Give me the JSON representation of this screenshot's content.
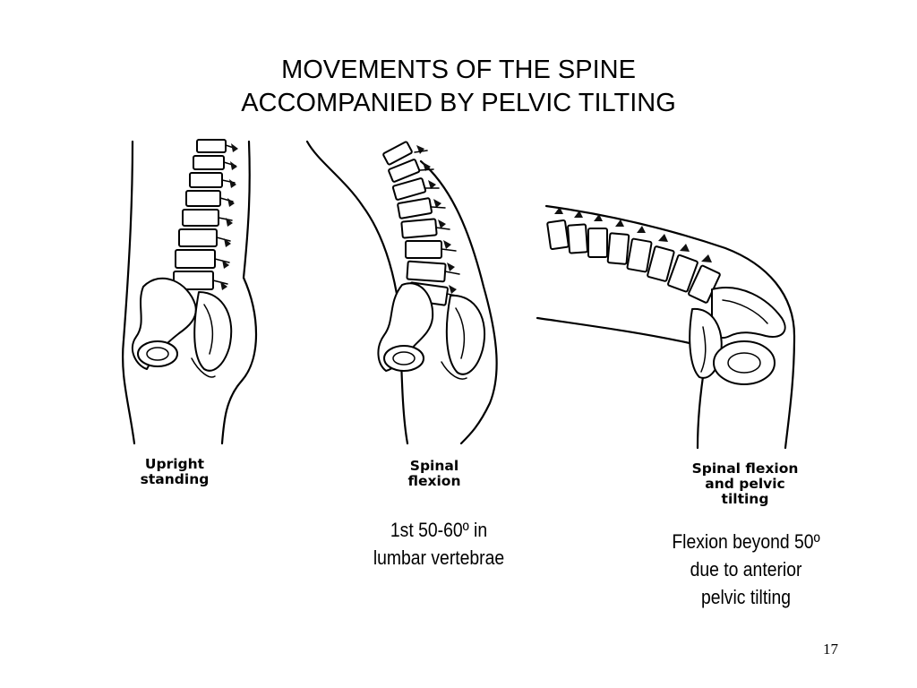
{
  "slide": {
    "title_line1": "MOVEMENTS OF THE SPINE",
    "title_line2": "ACCOMPANIED BY PELVIC TILTING",
    "page_number": "17"
  },
  "figures": [
    {
      "label_line1": "Upright",
      "label_line2": "standing",
      "label_line3": ""
    },
    {
      "label_line1": "Spinal",
      "label_line2": "flexion",
      "label_line3": ""
    },
    {
      "label_line1": "Spinal flexion",
      "label_line2": "and pelvic",
      "label_line3": "tilting"
    }
  ],
  "notes": {
    "spinal_flexion_line1": "1st 50-60º in",
    "spinal_flexion_line2": "lumbar vertebrae",
    "pelvic_tilt_line1": "Flexion beyond 50º",
    "pelvic_tilt_line2": "due to anterior",
    "pelvic_tilt_line3": "pelvic tilting"
  }
}
